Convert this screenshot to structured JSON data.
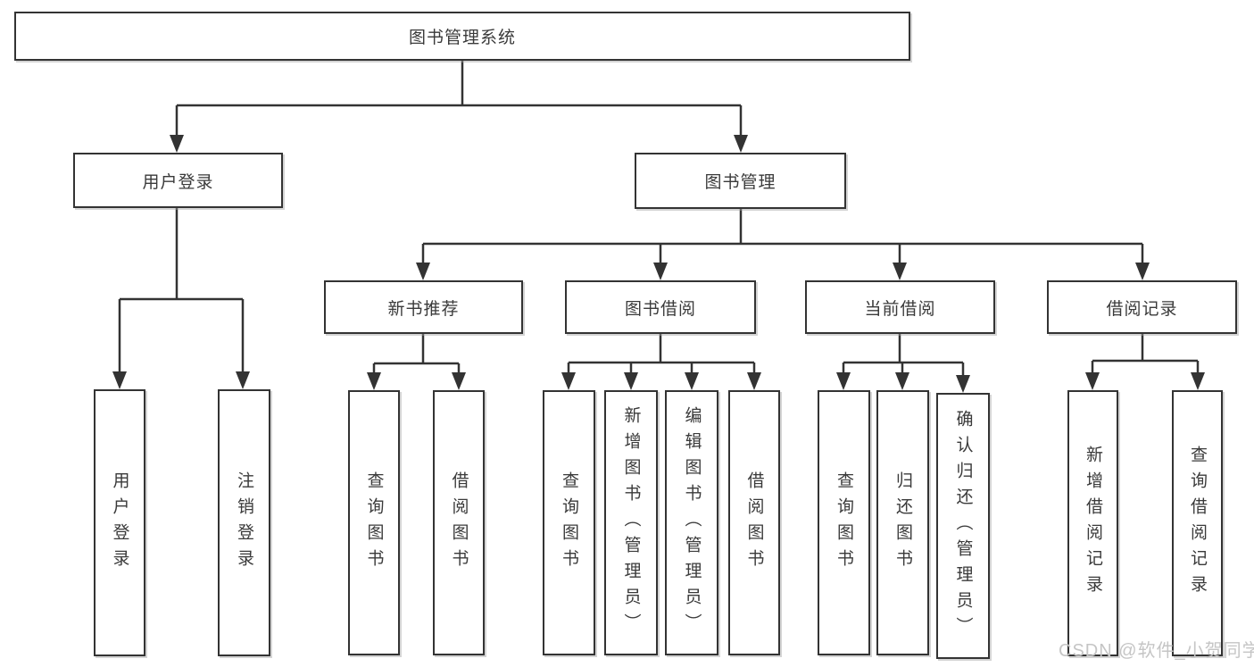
{
  "diagram": {
    "type": "hierarchy-tree",
    "tree": {
      "label": "图书管理系统",
      "children": [
        {
          "label": "用户登录",
          "children": [
            {
              "label": "用户登录"
            },
            {
              "label": "注销登录"
            }
          ]
        },
        {
          "label": "图书管理",
          "children": [
            {
              "label": "新书推荐",
              "children": [
                {
                  "label": "查询图书"
                },
                {
                  "label": "借阅图书"
                }
              ]
            },
            {
              "label": "图书借阅",
              "children": [
                {
                  "label": "查询图书"
                },
                {
                  "label": "新增图书（管理员）"
                },
                {
                  "label": "编辑图书（管理员）"
                },
                {
                  "label": "借阅图书"
                }
              ]
            },
            {
              "label": "当前借阅",
              "children": [
                {
                  "label": "查询图书"
                },
                {
                  "label": "归还图书"
                },
                {
                  "label": "确认归还（管理员）"
                }
              ]
            },
            {
              "label": "借阅记录",
              "children": [
                {
                  "label": "新增借阅记录"
                },
                {
                  "label": "查询借阅记录"
                }
              ]
            }
          ]
        }
      ]
    }
  },
  "watermark": {
    "text": "CSDN @软件_小贺同学"
  },
  "colors": {
    "line": "#333333",
    "box_border": "#333333",
    "text": "#3a3a3a",
    "background": "#ffffff",
    "watermark": "#c5c5c5"
  }
}
